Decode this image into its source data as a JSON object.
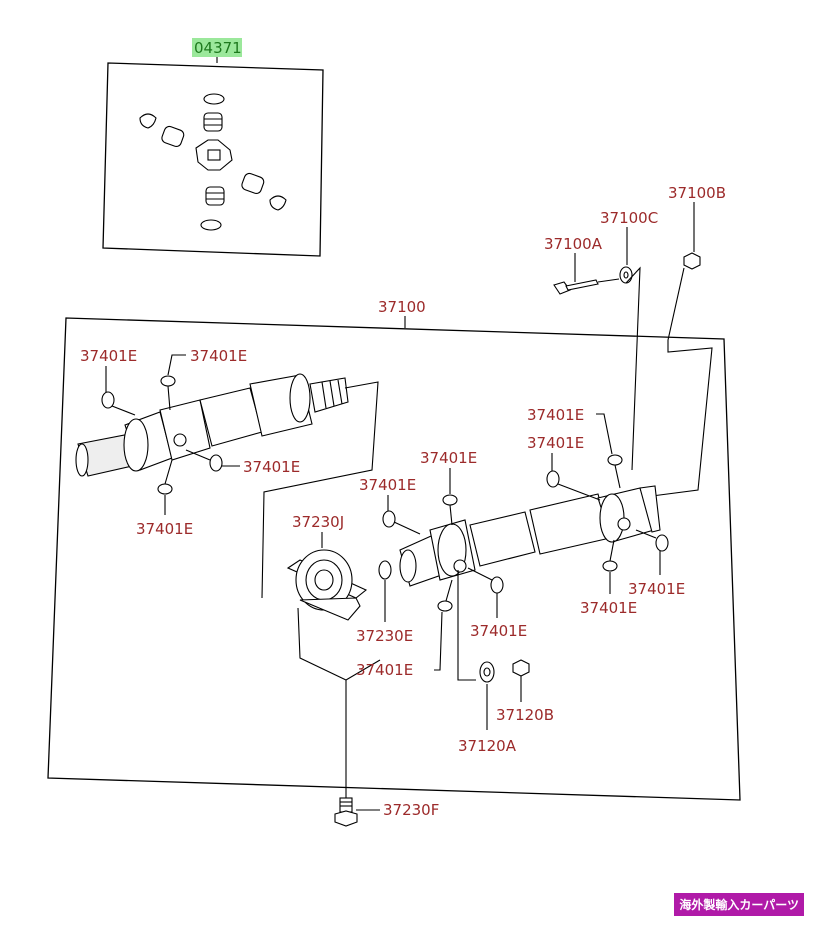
{
  "callouts": {
    "kit": "04371",
    "assembly": "37100",
    "bolt": "37100A",
    "nut": "37100B",
    "washer": "37100C",
    "bearing": "37230J",
    "bearing_washer": "37230E",
    "bearing_bolt": "37230F",
    "flange_washer": "37120A",
    "flange_nut": "37120B",
    "grease_fitting": "37401E"
  },
  "colors": {
    "callout": "#9c2a2a",
    "kit_callout": "#1e7a1e",
    "kit_highlight": "#9be89b",
    "watermark_bg": "#b01aa8"
  },
  "watermark": "海外製輸入カーパーツ"
}
